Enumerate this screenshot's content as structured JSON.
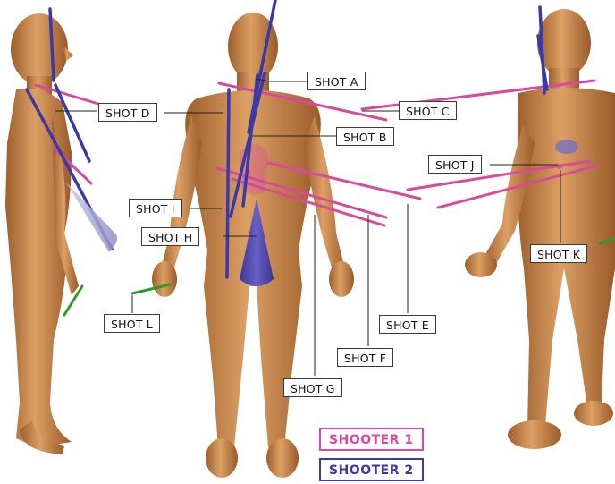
{
  "labels": {
    "A": "SHOT A",
    "B": "SHOT B",
    "C": "SHOT C",
    "D": "SHOT D",
    "E": "SHOT E",
    "F": "SHOT F",
    "G": "SHOT G",
    "H": "SHOT H",
    "I": "SHOT I",
    "J": "SHOT J",
    "K": "SHOT K",
    "L": "SHOT L"
  },
  "legend": [
    {
      "label": "SHOOTER 1",
      "color": "#d9499e"
    },
    {
      "label": "SHOOTER 2",
      "color": "#3a3aa6"
    }
  ],
  "colors": {
    "skin": "#c8874e",
    "skin_light": "#e0a86c",
    "shooter1": "#d9499e",
    "shooter2": "#3a3aa6",
    "green": "#2e9a2e"
  }
}
